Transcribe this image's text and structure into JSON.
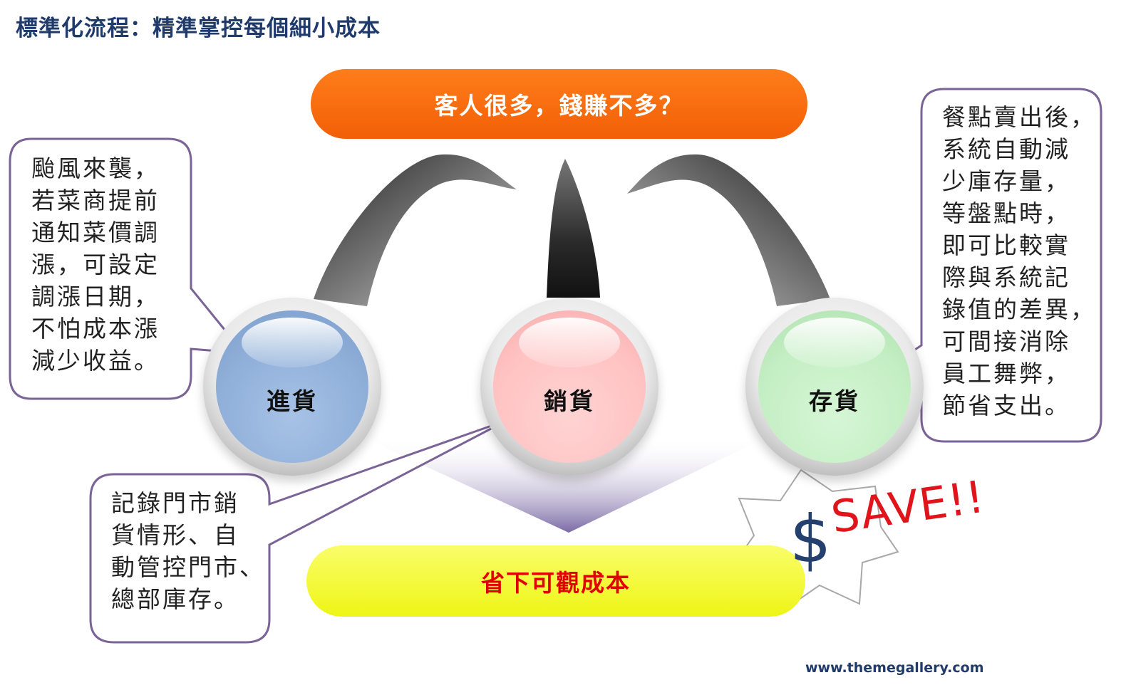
{
  "title": "標準化流程：精準掌控每個細小成本",
  "top_banner": "客人很多，錢賺不多？",
  "bottom_banner": "省下可觀成本",
  "orbs": [
    {
      "label": "進貨",
      "color": "#8eaed8"
    },
    {
      "label": "銷貨",
      "color": "#ffc2c2"
    },
    {
      "label": "存貨",
      "color": "#c3eec3"
    }
  ],
  "callouts": {
    "left": "颱風來襲，\n若菜商提前\n通知菜價調\n漲，可設定\n調漲日期，\n不怕成本漲\n減少收益。",
    "bottom": "記錄門市銷\n貨情形、自\n動管控門市、\n總部庫存。",
    "right": "餐點賣出後，\n系統自動減\n少庫存量，\n等盤點時，\n即可比較實\n際與系統記\n錄值的差異，\n可間接消除\n員工舞弊，\n節省支出。"
  },
  "badge": {
    "symbol": "$",
    "text": "SAVE!!"
  },
  "footer": "www.themegallery.com",
  "colors": {
    "title": "#1f3a6b",
    "top_banner": "#f25f07",
    "bottom_banner": "#eef515",
    "bottom_banner_text": "#e00000",
    "callout_border": "#7a6396",
    "save_text": "#e0141b"
  }
}
